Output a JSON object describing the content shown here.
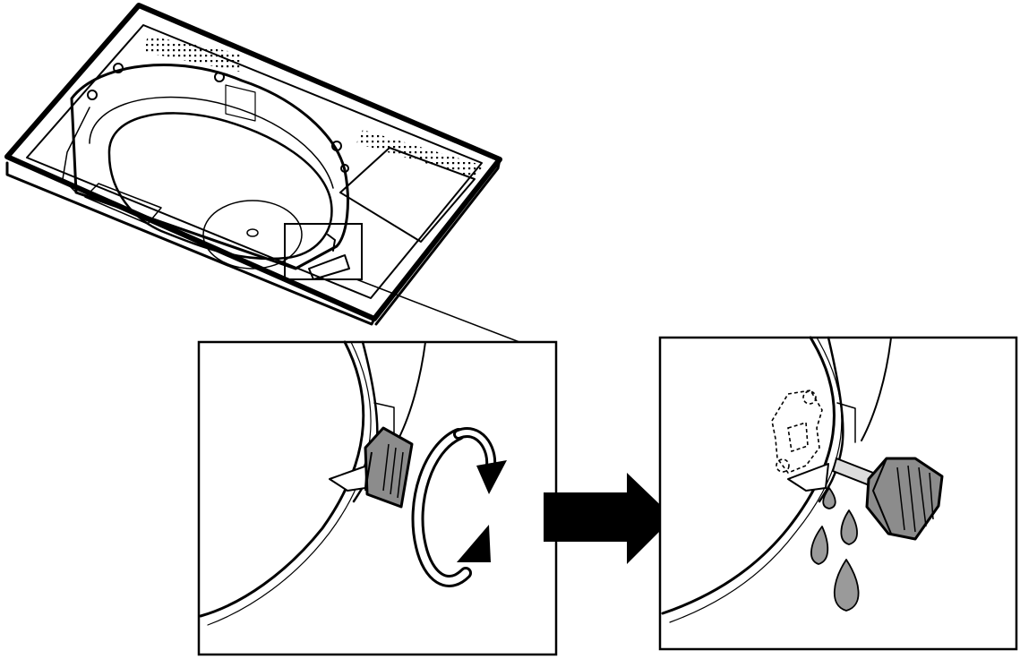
{
  "figure": {
    "type": "instruction-illustration",
    "colors": {
      "ink": "#000000",
      "paper": "#ffffff",
      "knob_fill": "#8c8c8c",
      "water_fill": "#9a9a9a",
      "cap_fill": "#e6e6e6"
    },
    "panels": [
      {
        "id": "overview",
        "icon": "appliance-base-with-drain-location"
      },
      {
        "id": "step-1",
        "icon": "drain-knob-turn",
        "action_icon": "rotate-arrow-icon"
      },
      {
        "id": "step-2",
        "icon": "drain-knob-removed-water-draining"
      }
    ],
    "transition_icon": "right-arrow-icon",
    "water_drops": 4
  }
}
